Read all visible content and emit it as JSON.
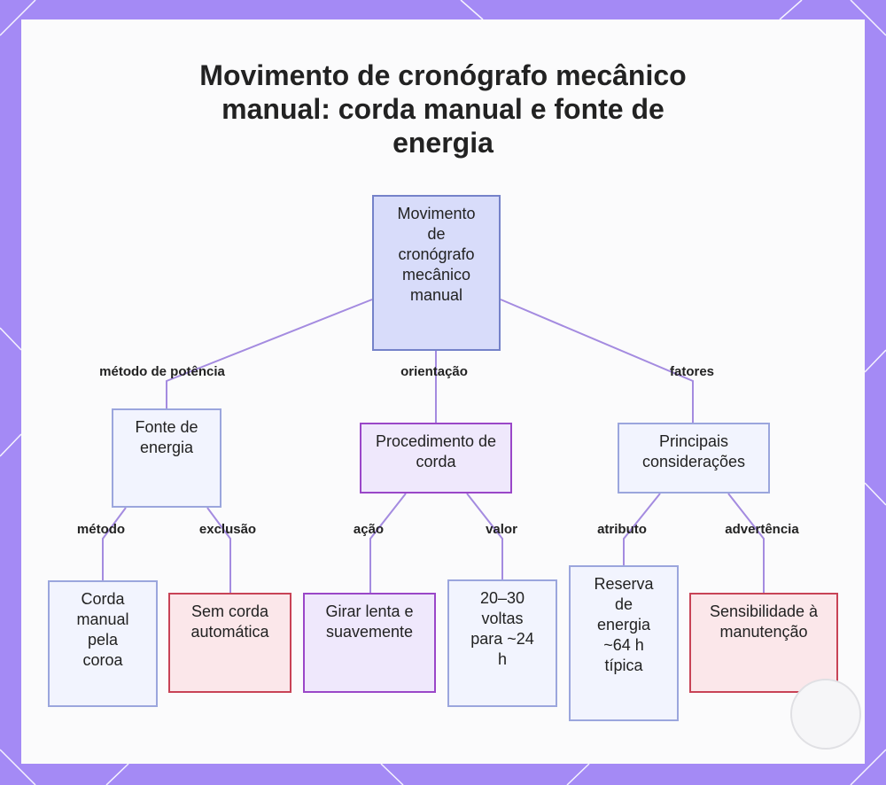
{
  "title": "Movimento de cronógrafo mecânico manual: corda manual e fonte de energia",
  "nodes": {
    "root": "Movimento de cronógrafo mecânico manual",
    "power_source": "Fonte de energia",
    "winding_procedure": "Procedimento de corda",
    "key_considerations": "Principais considerações",
    "manual_crown": "Corda manual pela coroa",
    "no_automatic": "Sem corda automática",
    "turn_slowly": "Girar lenta e suavemente",
    "turns_count": "20–30 voltas para ~24 h",
    "power_reserve": "Reserva de energia ~64 h típica",
    "maintenance": "Sensibilidade à manutenção"
  },
  "edges": {
    "power_method": "método de potência",
    "orientation": "orientação",
    "factors": "fatores",
    "method": "método",
    "exclusion": "exclusão",
    "action": "ação",
    "value": "valor",
    "attribute": "atributo",
    "warning": "advertência"
  },
  "colors": {
    "background": "#a48af5",
    "connector": "#a48be0",
    "root_fill": "#d8dcfa",
    "purple_border": "#9a47c8",
    "red_border": "#c84356"
  }
}
